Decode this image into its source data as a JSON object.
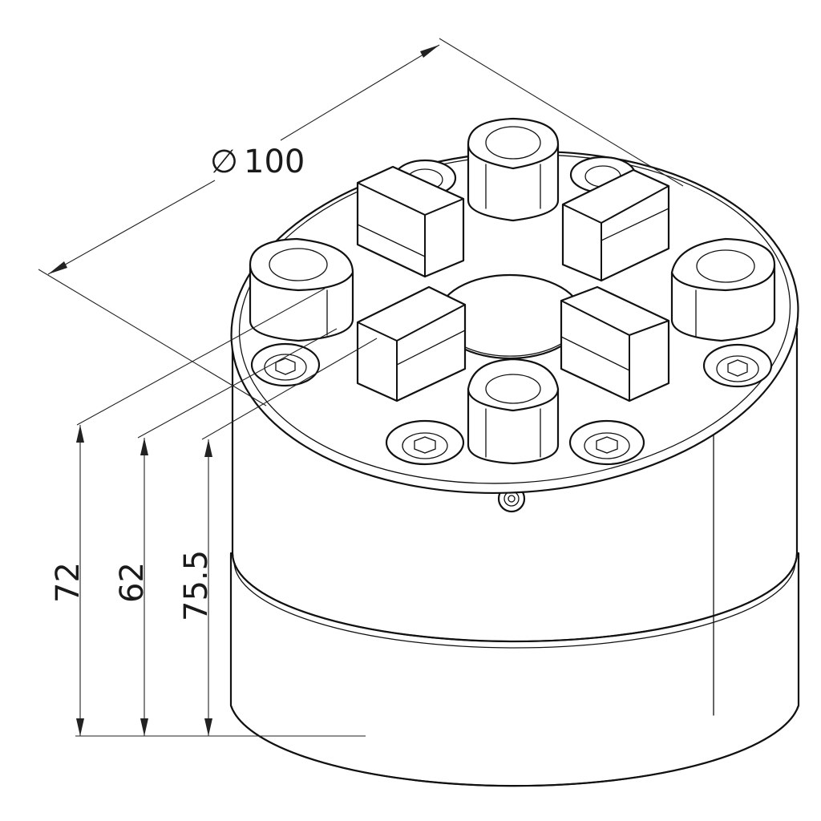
{
  "dimensions": {
    "diameter": {
      "symbol": "∅",
      "value": "100"
    },
    "height_1": "72",
    "height_2": "62",
    "height_3": "75.5"
  },
  "colors": {
    "line": "#111111",
    "background": "#ffffff"
  }
}
